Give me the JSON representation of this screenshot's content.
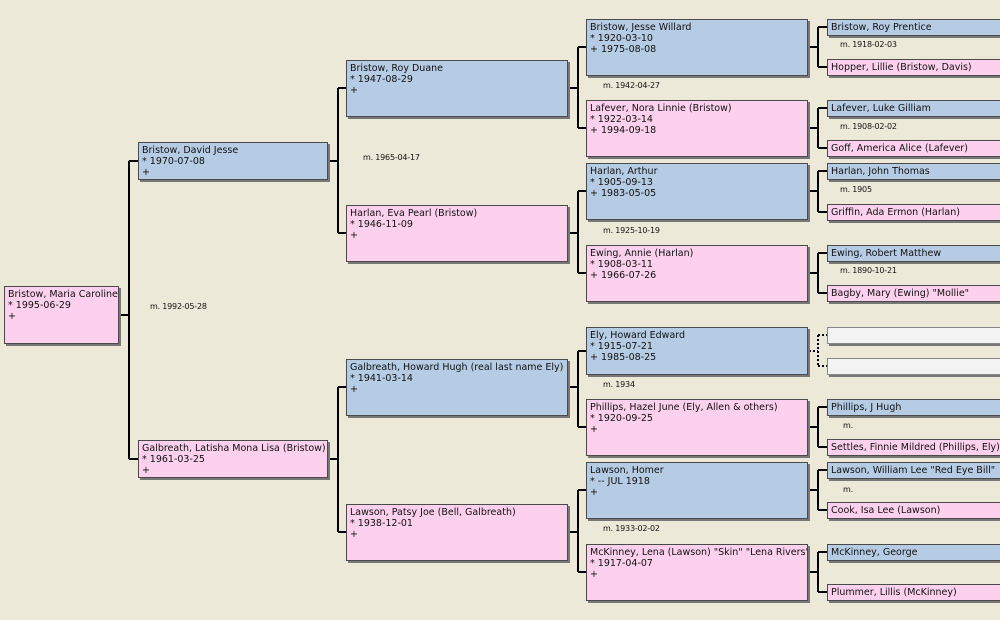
{
  "people": {
    "p0": {
      "name": "Bristow, Maria Caroline",
      "birth": "* 1995-06-29",
      "death": "+"
    },
    "p1": {
      "name": "Bristow, David Jesse",
      "birth": "* 1970-07-08",
      "death": "+"
    },
    "p2": {
      "name": "Galbreath, Latisha Mona Lisa (Bristow)",
      "birth": "* 1961-03-25",
      "death": "+"
    },
    "p3": {
      "name": "Bristow, Roy Duane",
      "birth": "* 1947-08-29",
      "death": "+"
    },
    "p4": {
      "name": "Harlan, Eva Pearl (Bristow)",
      "birth": "* 1946-11-09",
      "death": "+"
    },
    "p5": {
      "name": "Galbreath, Howard Hugh (real last name Ely)",
      "birth": "* 1941-03-14",
      "death": "+"
    },
    "p6": {
      "name": "Lawson, Patsy Joe (Bell, Galbreath)",
      "birth": "* 1938-12-01",
      "death": "+"
    },
    "p7": {
      "name": "Bristow, Jesse Willard",
      "birth": "* 1920-03-10",
      "death": "+ 1975-08-08"
    },
    "p8": {
      "name": "Lafever, Nora Linnie (Bristow)",
      "birth": "* 1922-03-14",
      "death": "+ 1994-09-18"
    },
    "p9": {
      "name": "Harlan, Arthur",
      "birth": "* 1905-09-13",
      "death": "+ 1983-05-05"
    },
    "p10": {
      "name": "Ewing, Annie (Harlan)",
      "birth": "* 1908-03-11",
      "death": "+ 1966-07-26"
    },
    "p11": {
      "name": "Ely, Howard Edward",
      "birth": "* 1915-07-21",
      "death": "+ 1985-08-25"
    },
    "p12": {
      "name": "Phillips, Hazel June (Ely, Allen & others)",
      "birth": "* 1920-09-25",
      "death": "+"
    },
    "p13": {
      "name": "Lawson, Homer",
      "birth": "* -- JUL 1918",
      "death": "+"
    },
    "p14": {
      "name": "McKinney, Lena (Lawson) \"Skin\" \"Lena Rivers\"",
      "birth": "* 1917-04-07",
      "death": "+"
    },
    "g0": {
      "name": "Bristow, Roy Prentice"
    },
    "g1": {
      "name": "Hopper, Lillie (Bristow, Davis)"
    },
    "g2": {
      "name": "Lafever, Luke Gilliam"
    },
    "g3": {
      "name": "Goff, America Alice (Lafever)"
    },
    "g4": {
      "name": "Harlan, John Thomas"
    },
    "g5": {
      "name": "Griffin, Ada Ermon (Harlan)"
    },
    "g6": {
      "name": "Ewing, Robert Matthew"
    },
    "g7": {
      "name": "Bagby, Mary (Ewing) \"Mollie\""
    },
    "g8": {
      "name": ""
    },
    "g9": {
      "name": ""
    },
    "g10": {
      "name": "Phillips, J Hugh"
    },
    "g11": {
      "name": "Settles, Finnie Mildred (Phillips, Ely)"
    },
    "g12": {
      "name": "Lawson, William Lee \"Red Eye Bill\""
    },
    "g13": {
      "name": "Cook, Isa Lee (Lawson)"
    },
    "g14": {
      "name": "McKinney, George"
    },
    "g15": {
      "name": "Plummer, Lillis (McKinney)"
    }
  },
  "marriages": {
    "m0": "m. 1992-05-28",
    "m1": "m. 1965-04-17",
    "m2": "m. 1942-04-27",
    "m3": "m. 1925-10-19",
    "m4": "m. 1934",
    "m5": "m. 1933-02-02",
    "m6": "m. 1918-02-03",
    "m7": "m. 1908-02-02",
    "m8": "m. 1905",
    "m9": "m. 1890-10-21",
    "m10": "m.",
    "m11": "m."
  },
  "colors": {
    "male": "#b5cce4",
    "female": "#fdd0ee",
    "background": "#ede9d8",
    "connector": "#000000"
  }
}
